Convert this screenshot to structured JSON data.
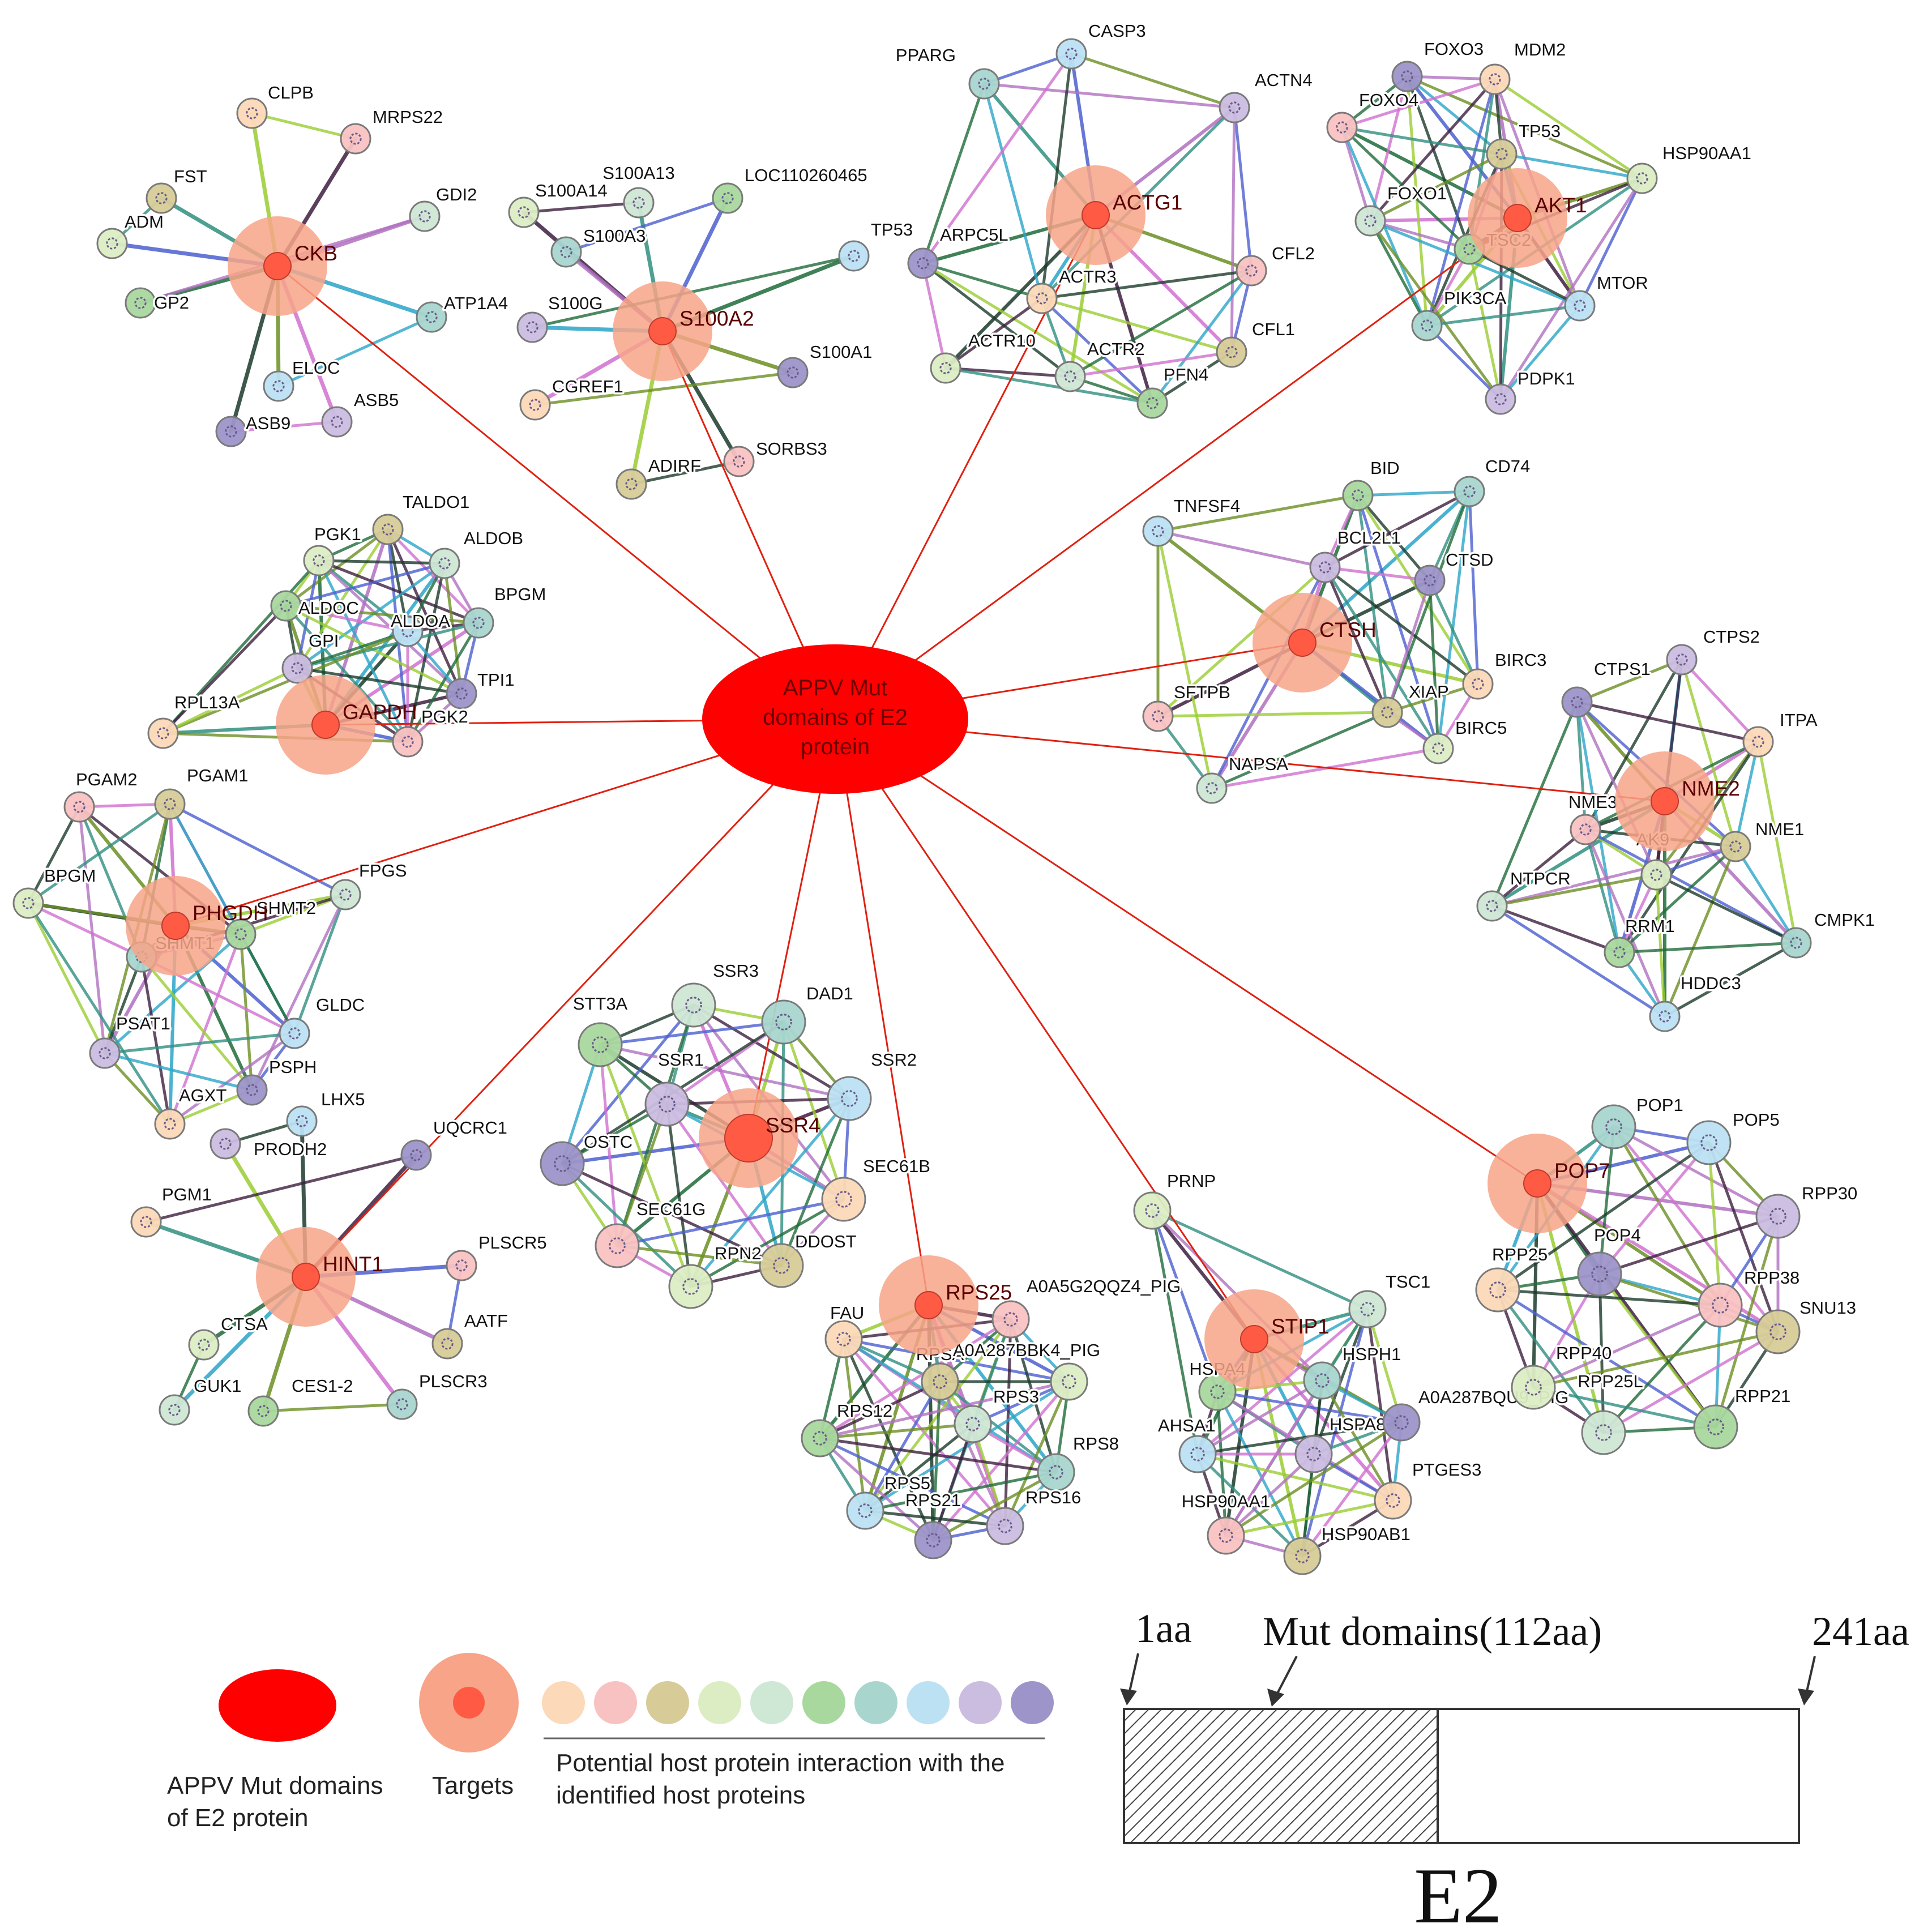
{
  "center": {
    "lines": [
      "APPV Mut",
      "domains of E2",
      "protein"
    ]
  },
  "colors": {
    "center": "#ff0000",
    "target_halo": "#f7a488",
    "target_dot": "#ff5a44",
    "edge_to_target": "#e02010",
    "palette": [
      "#fcd9b8",
      "#f9c2c2",
      "#d7cc98",
      "#dcedc4",
      "#cfe7d5",
      "#a9d89e",
      "#a8d6cf",
      "#bce1f3",
      "#cbbde0",
      "#9d95c9"
    ],
    "edge_palette": [
      "#9acd32",
      "#3d1f3f",
      "#2f8f7f",
      "#4b5fcf",
      "#b070c0",
      "#1f6b3a",
      "#2aa5c8",
      "#6b8e23",
      "#d070d0",
      "#1b3b2b"
    ]
  },
  "clusters": [
    {
      "id": "ckb",
      "target": "CKB",
      "members": [
        "CLPB",
        "MRPS22",
        "FST",
        "ADM",
        "GDI2",
        "GP2",
        "ATP1A4",
        "ELOC",
        "ASB5",
        "ASB9"
      ],
      "style": "star"
    },
    {
      "id": "s100a2",
      "target": "S100A2",
      "members": [
        "S100A14",
        "S100A13",
        "LOC110260465",
        "S100A3",
        "TP53",
        "S100G",
        "S100A1",
        "CGREF1",
        "SORBS3",
        "ADIRF"
      ],
      "style": "star"
    },
    {
      "id": "actg1",
      "target": "ACTG1",
      "members": [
        "PPARG",
        "CASP3",
        "ACTN4",
        "ARPC5L",
        "ACTR3",
        "CFL2",
        "CFL1",
        "ACTR10",
        "ACTR2",
        "PFN4"
      ],
      "style": "mesh"
    },
    {
      "id": "akt1",
      "target": "AKT1",
      "members": [
        "FOXO3",
        "MDM2",
        "FOXO4",
        "TP53",
        "HSP90AA1",
        "FOXO1",
        "TSC2",
        "PIK3CA",
        "MTOR",
        "PDPK1"
      ],
      "style": "mesh"
    },
    {
      "id": "gapdh",
      "target": "GAPDH",
      "members": [
        "TALDO1",
        "PGK1",
        "ALDOB",
        "ALDOC",
        "BPGM",
        "ALDOA",
        "GPI",
        "TPI1",
        "RPL13A",
        "PGK2"
      ],
      "style": "mesh"
    },
    {
      "id": "ctsh",
      "target": "CTSH",
      "members": [
        "BID",
        "CD74",
        "TNFSF4",
        "BCL2L1",
        "CTSD",
        "BIRC3",
        "SFTPB",
        "XIAP",
        "BIRC5",
        "NAPSA"
      ],
      "style": "mesh"
    },
    {
      "id": "nme2",
      "target": "NME2",
      "members": [
        "CTPS2",
        "CTPS1",
        "ITPA",
        "NME3",
        "NME1",
        "AK9",
        "NTPCR",
        "RRM1",
        "CMPK1",
        "HDDC3"
      ],
      "style": "mesh"
    },
    {
      "id": "phgdh",
      "target": "PHGDH",
      "members": [
        "PGAM2",
        "PGAM1",
        "BPGM",
        "FPGS",
        "SHMT2",
        "SHMT1",
        "GLDC",
        "PSAT1",
        "PSPH",
        "AGXT"
      ],
      "style": "mesh"
    },
    {
      "id": "ssr4",
      "target": "SSR4",
      "members": [
        "SSR3",
        "STT3A",
        "DAD1",
        "SSR2",
        "SSR1",
        "OSTC",
        "SEC61B",
        "SEC61G",
        "DDOST",
        "RPN2"
      ],
      "style": "mesh"
    },
    {
      "id": "hint1",
      "target": "HINT1",
      "members": [
        "LHX5",
        "PRODH2",
        "UQCRC1",
        "PGM1",
        "PLSCR5",
        "AATF",
        "CTSA",
        "GUK1",
        "CES1-2",
        "PLSCR3"
      ],
      "style": "star"
    },
    {
      "id": "rps25",
      "target": "RPS25",
      "members": [
        "FAU",
        "A0A5G2QQZ4_PIG",
        "RPSA",
        "A0A287BBK4_PIG",
        "RPS3",
        "RPS12",
        "RPS8",
        "RPS5",
        "RPS16",
        "RPS21"
      ],
      "style": "mesh"
    },
    {
      "id": "stip1",
      "target": "STIP1",
      "members": [
        "PRNP",
        "TSC1",
        "HSPA4",
        "HSPH1",
        "AHSA1",
        "HSPA8",
        "A0A287BQU9_PIG",
        "PTGES3",
        "HSP90AA1",
        "HSP90AB1"
      ],
      "style": "mesh"
    },
    {
      "id": "pop7",
      "target": "POP7",
      "members": [
        "POP1",
        "POP5",
        "RPP30",
        "POP4",
        "RPP25",
        "RPP38",
        "SNU13",
        "RPP40",
        "RPP25L",
        "RPP21"
      ],
      "style": "mesh"
    }
  ],
  "legend": {
    "center_label": [
      "APPV Mut domains",
      "of E2 protein"
    ],
    "target_label": "Targets",
    "host_label": [
      "Potential host protein interaction with the",
      "identified host proteins"
    ]
  },
  "domain_bar": {
    "start_label": "1aa",
    "mut_label": "Mut domains(112aa)",
    "end_label": "241aa",
    "protein_label": "E2",
    "total_aa": 241,
    "mut_aa": 112
  }
}
